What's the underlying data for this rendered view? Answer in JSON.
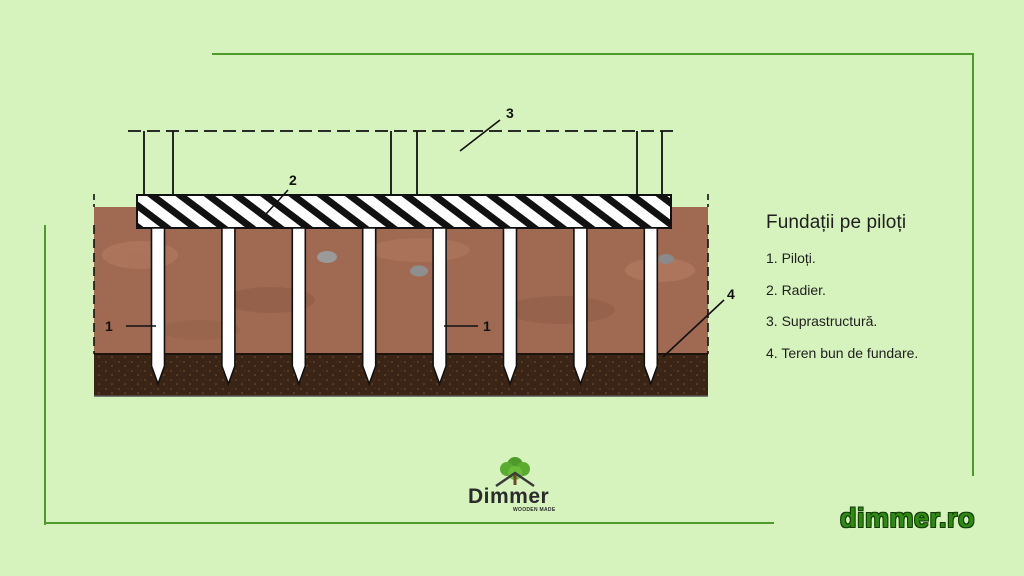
{
  "colors": {
    "background": "#d6f2bd",
    "frame": "#4e9b2c",
    "soil_upper": "#a06a52",
    "soil_lower": "#3a2415",
    "brand_green": "#2f8a12"
  },
  "diagram": {
    "callouts": {
      "piles": "1",
      "raft": "2",
      "superstructure": "3",
      "good_ground": "4"
    },
    "pile_count": 8
  },
  "legend": {
    "title": "Fundații pe piloți",
    "items": [
      "1. Piloți.",
      "2. Radier.",
      "3. Suprastructură.",
      "4. Teren bun de fundare."
    ]
  },
  "logo": {
    "icon": "house-tree-icon",
    "name": "Dimmer",
    "tagline": "WOODEN MADE"
  },
  "website": "dimmer.ro"
}
